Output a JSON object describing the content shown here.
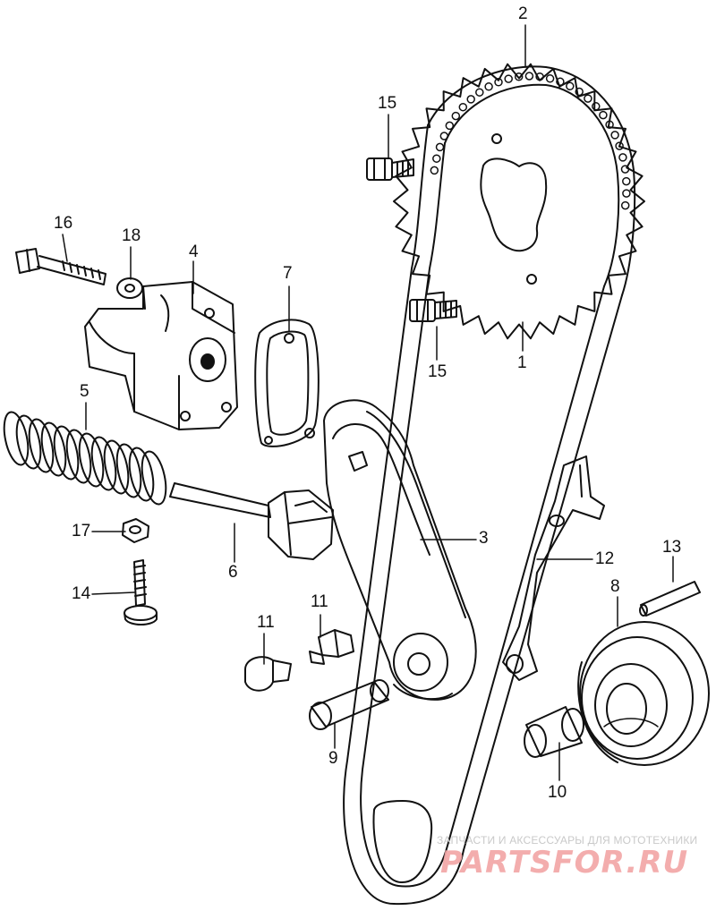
{
  "diagram": {
    "part_numbers": {
      "sprocket": "1",
      "cam_chain": "2",
      "tensioner_arm": "3",
      "tensioner_body": "4",
      "spring": "5",
      "push_rod": "6",
      "gasket": "7",
      "roller": "8",
      "collar_9": "9",
      "collar_10": "10",
      "stopper_upper": "11",
      "stopper_lower": "11",
      "guide": "12",
      "pin": "13",
      "screw": "14",
      "bolt_upper": "15",
      "bolt_lower": "15",
      "long_bolt": "16",
      "nut": "17",
      "washer": "18"
    }
  },
  "watermark": {
    "caption": "ЗАПЧАСТИ И АКСЕССУАРЫ ДЛЯ МОТОТЕХНИКИ",
    "logo_text": "PARTSFOR.RU",
    "color": "#f2a5a5"
  },
  "colors": {
    "line": "#111111",
    "background": "#ffffff"
  }
}
